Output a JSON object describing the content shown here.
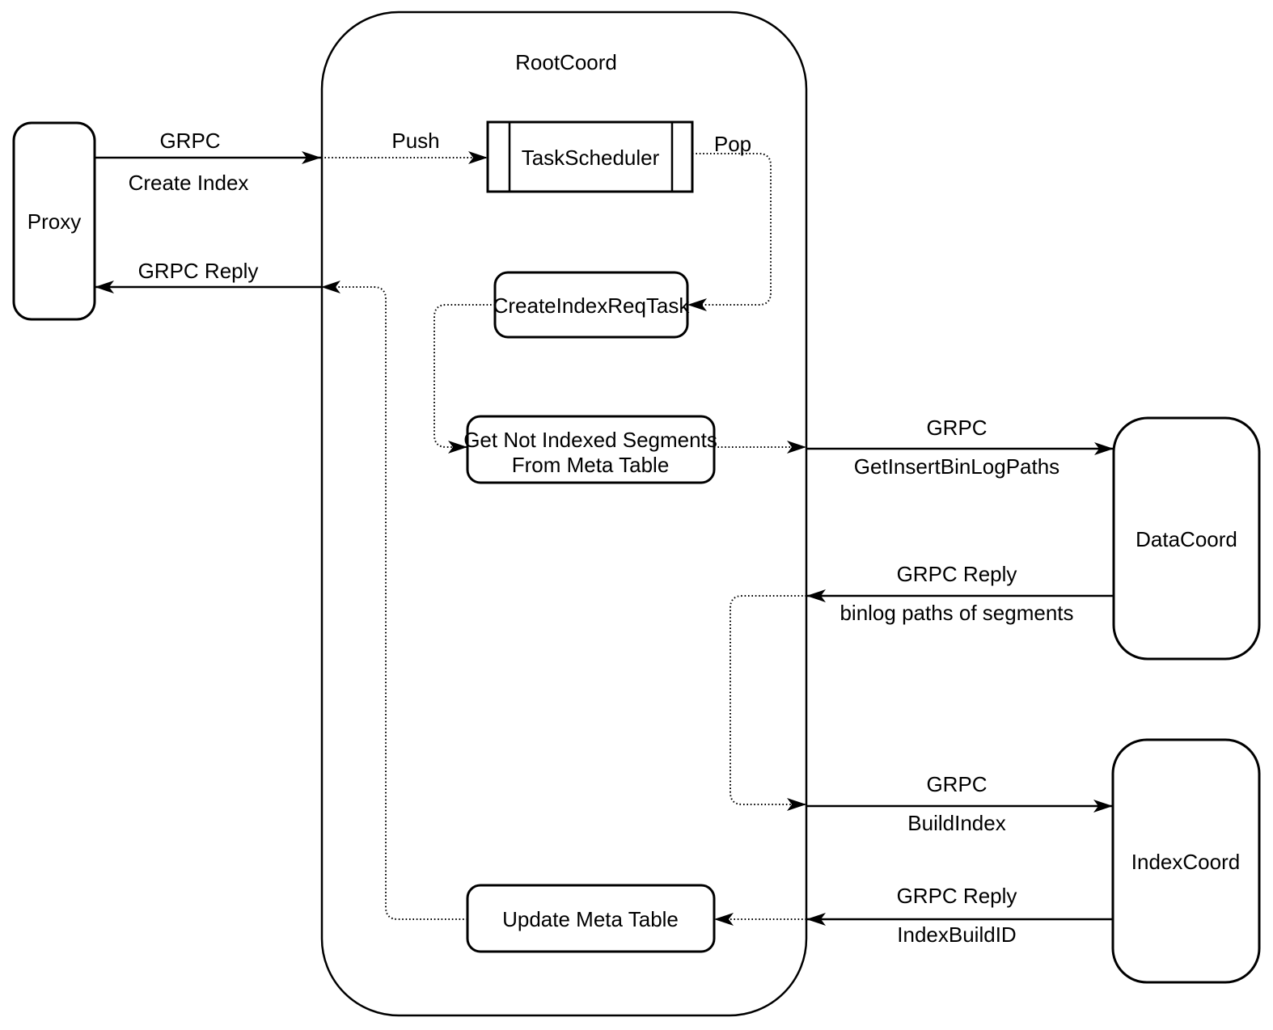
{
  "diagram": {
    "container": {
      "label": "RootCoord"
    },
    "nodes": {
      "proxy": {
        "label": "Proxy"
      },
      "task_scheduler": {
        "label": "TaskScheduler"
      },
      "create_index_req_task": {
        "label": "CreateIndexReqTask"
      },
      "get_not_indexed_segments": {
        "label_line1": "Get Not Indexed Segments",
        "label_line2": "From Meta Table"
      },
      "update_meta_table": {
        "label": "Update Meta Table"
      },
      "datacoord": {
        "label": "DataCoord"
      },
      "indexcoord": {
        "label": "IndexCoord"
      }
    },
    "edges": {
      "proxy_to_rootcoord": {
        "title": "GRPC",
        "subtitle": "Create Index"
      },
      "rootcoord_to_proxy": {
        "title": "GRPC Reply"
      },
      "push": {
        "title": "Push"
      },
      "pop": {
        "title": "Pop"
      },
      "rootcoord_to_datacoord": {
        "title": "GRPC",
        "subtitle": "GetInsertBinLogPaths"
      },
      "datacoord_to_rootcoord": {
        "title": "GRPC Reply",
        "subtitle": "binlog paths of segments"
      },
      "rootcoord_to_indexcoord": {
        "title": "GRPC",
        "subtitle": "BuildIndex"
      },
      "indexcoord_to_rootcoord": {
        "title": "GRPC Reply",
        "subtitle": "IndexBuildID"
      }
    },
    "colors": {
      "stroke": "#000000",
      "background": "#ffffff"
    }
  }
}
